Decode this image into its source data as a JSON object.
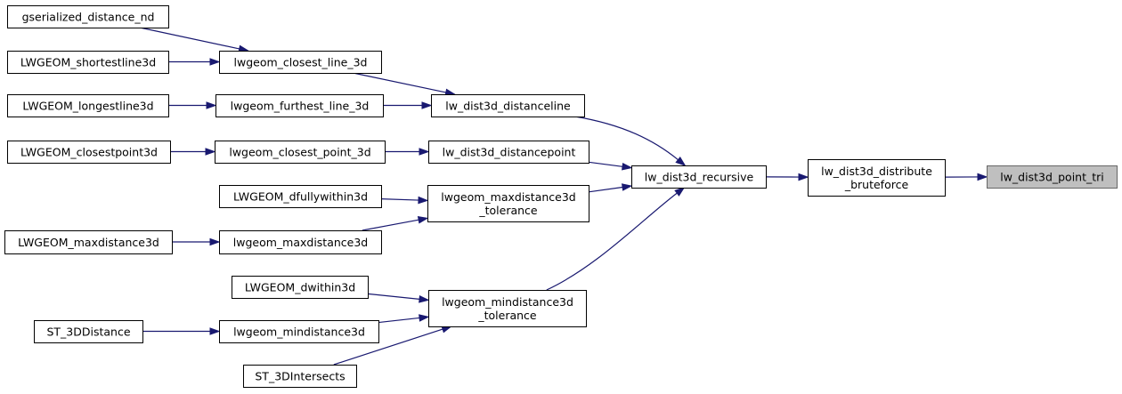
{
  "nodes": {
    "gserialized_distance_nd": [
      "gserialized_distance_nd"
    ],
    "lwgeom_shortestline3d": [
      "LWGEOM_shortestline3d"
    ],
    "lwgeom_longestline3d": [
      "LWGEOM_longestline3d"
    ],
    "lwgeom_closestpoint3d": [
      "LWGEOM_closestpoint3d"
    ],
    "lwgeom_dfullywithin3d": [
      "LWGEOM_dfullywithin3d"
    ],
    "lwgeom_maxdistance3d_upper": [
      "LWGEOM_maxdistance3d"
    ],
    "lwgeom_dwithin3d": [
      "LWGEOM_dwithin3d"
    ],
    "st_3ddistance": [
      "ST_3DDistance"
    ],
    "st_3dintersects": [
      "ST_3DIntersects"
    ],
    "lwgeom_closest_line_3d": [
      "lwgeom_closest_line_3d"
    ],
    "lwgeom_furthest_line_3d": [
      "lwgeom_furthest_line_3d"
    ],
    "lwgeom_closest_point_3d": [
      "lwgeom_closest_point_3d"
    ],
    "lwgeom_maxdistance3d": [
      "lwgeom_maxdistance3d"
    ],
    "lwgeom_mindistance3d": [
      "lwgeom_mindistance3d"
    ],
    "lw_dist3d_distanceline": [
      "lw_dist3d_distanceline"
    ],
    "lw_dist3d_distancepoint": [
      "lw_dist3d_distancepoint"
    ],
    "lwgeom_maxdistance3d_tolerance": [
      "lwgeom_maxdistance3d",
      "_tolerance"
    ],
    "lwgeom_mindistance3d_tolerance": [
      "lwgeom_mindistance3d",
      "_tolerance"
    ],
    "lw_dist3d_recursive": [
      "lw_dist3d_recursive"
    ],
    "lw_dist3d_distribute_bruteforce": [
      "lw_dist3d_distribute",
      "_bruteforce"
    ],
    "lw_dist3d_point_tri": [
      "lw_dist3d_point_tri"
    ]
  },
  "edges": [
    [
      "gserialized_distance_nd",
      "lwgeom_closest_line_3d"
    ],
    [
      "lwgeom_shortestline3d",
      "lwgeom_closest_line_3d"
    ],
    [
      "lwgeom_longestline3d",
      "lwgeom_furthest_line_3d"
    ],
    [
      "lwgeom_closestpoint3d",
      "lwgeom_closest_point_3d"
    ],
    [
      "lwgeom_dfullywithin3d",
      "lwgeom_maxdistance3d_tolerance"
    ],
    [
      "lwgeom_maxdistance3d_upper",
      "lwgeom_maxdistance3d"
    ],
    [
      "lwgeom_dwithin3d",
      "lwgeom_mindistance3d_tolerance"
    ],
    [
      "st_3ddistance",
      "lwgeom_mindistance3d"
    ],
    [
      "st_3dintersects",
      "lwgeom_mindistance3d_tolerance"
    ],
    [
      "lwgeom_closest_line_3d",
      "lw_dist3d_distanceline"
    ],
    [
      "lwgeom_furthest_line_3d",
      "lw_dist3d_distanceline"
    ],
    [
      "lwgeom_closest_point_3d",
      "lw_dist3d_distancepoint"
    ],
    [
      "lwgeom_maxdistance3d",
      "lwgeom_maxdistance3d_tolerance"
    ],
    [
      "lwgeom_mindistance3d",
      "lwgeom_mindistance3d_tolerance"
    ],
    [
      "lw_dist3d_distanceline",
      "lw_dist3d_recursive"
    ],
    [
      "lw_dist3d_distancepoint",
      "lw_dist3d_recursive"
    ],
    [
      "lwgeom_maxdistance3d_tolerance",
      "lw_dist3d_recursive"
    ],
    [
      "lwgeom_mindistance3d_tolerance",
      "lw_dist3d_recursive"
    ],
    [
      "lw_dist3d_recursive",
      "lw_dist3d_distribute_bruteforce"
    ],
    [
      "lw_dist3d_distribute_bruteforce",
      "lw_dist3d_point_tri"
    ]
  ],
  "colors": {
    "edge": "#191970",
    "highlighted_node_fill": "#bfbfbf",
    "highlighted_node_border": "#666666",
    "node_border": "#000000"
  },
  "highlighted_node": "lw_dist3d_point_tri"
}
